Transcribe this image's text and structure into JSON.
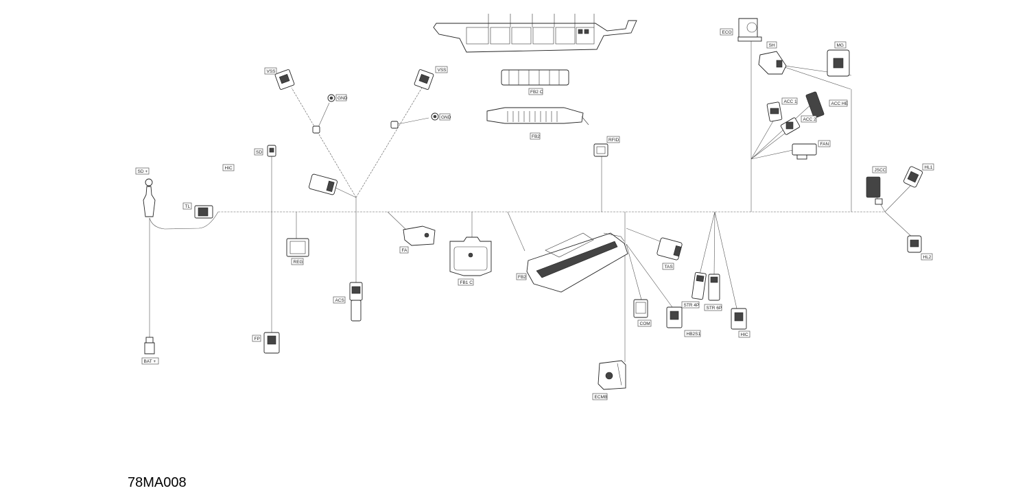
{
  "diagram_code": "78MA008",
  "labels": {
    "vss1": "VSS",
    "vss2": "VSS",
    "gnd1": "GND",
    "gnd2": "GND",
    "sd": "SD",
    "hic_left": "HIC",
    "sd_plus": "SD +",
    "tl": "TL",
    "reg": "REG",
    "acs": "ACS",
    "fp": "FP",
    "bat_plus": "BAT +",
    "fa": "FA",
    "fb1c": "FB1 C",
    "fb2_top": "FB2",
    "fb2c": "FB2 C",
    "fb2_bottom": "FB2",
    "rfid": "RFID",
    "tas": "TAS",
    "com": "COM",
    "ecmb": "ECMB",
    "hb2s1": "HB2S1",
    "str4p": "STR 4P",
    "str6p": "STR 6P",
    "hic_right": "HIC",
    "eco": "ECO",
    "sh": "SH",
    "mg": "MG",
    "acc1": "ACC 1",
    "acc2": "ACC 2",
    "acc_he": "ACC HE",
    "fan": "FAN",
    "jscc": "JSCC",
    "hl1": "HL1",
    "hl2": "HL2"
  }
}
